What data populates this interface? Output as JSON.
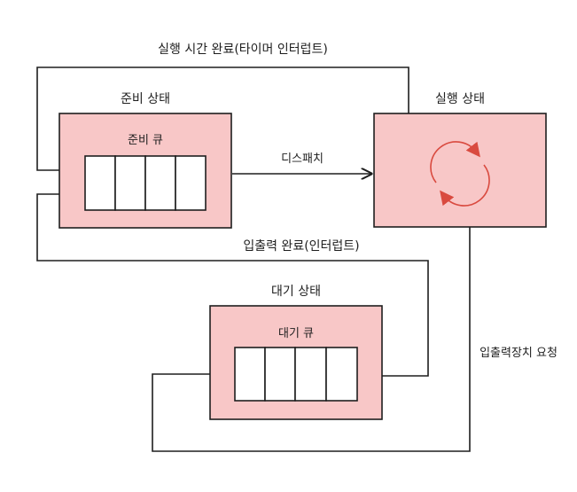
{
  "diagram": {
    "title_top": "실행 시간 완료(타이머 인터럽트)",
    "ready_state": {
      "title": "준비 상태",
      "queue_label": "준비 큐"
    },
    "running_state": {
      "title": "실행 상태"
    },
    "waiting_state": {
      "title": "대기 상태",
      "queue_label": "대기 큐"
    },
    "dispatch_label": "디스패치",
    "io_complete_label": "입출력 완료(인터럽트)",
    "io_request_label": "입출력장치 요청"
  },
  "colors": {
    "box_fill": "#f8c7c7",
    "stroke": "#1e1e1e",
    "cycle_arrow": "#d94a3f",
    "queue_cell_fill": "#ffffff"
  },
  "icons": {
    "running_indicator": "refresh-cycle-icon"
  }
}
